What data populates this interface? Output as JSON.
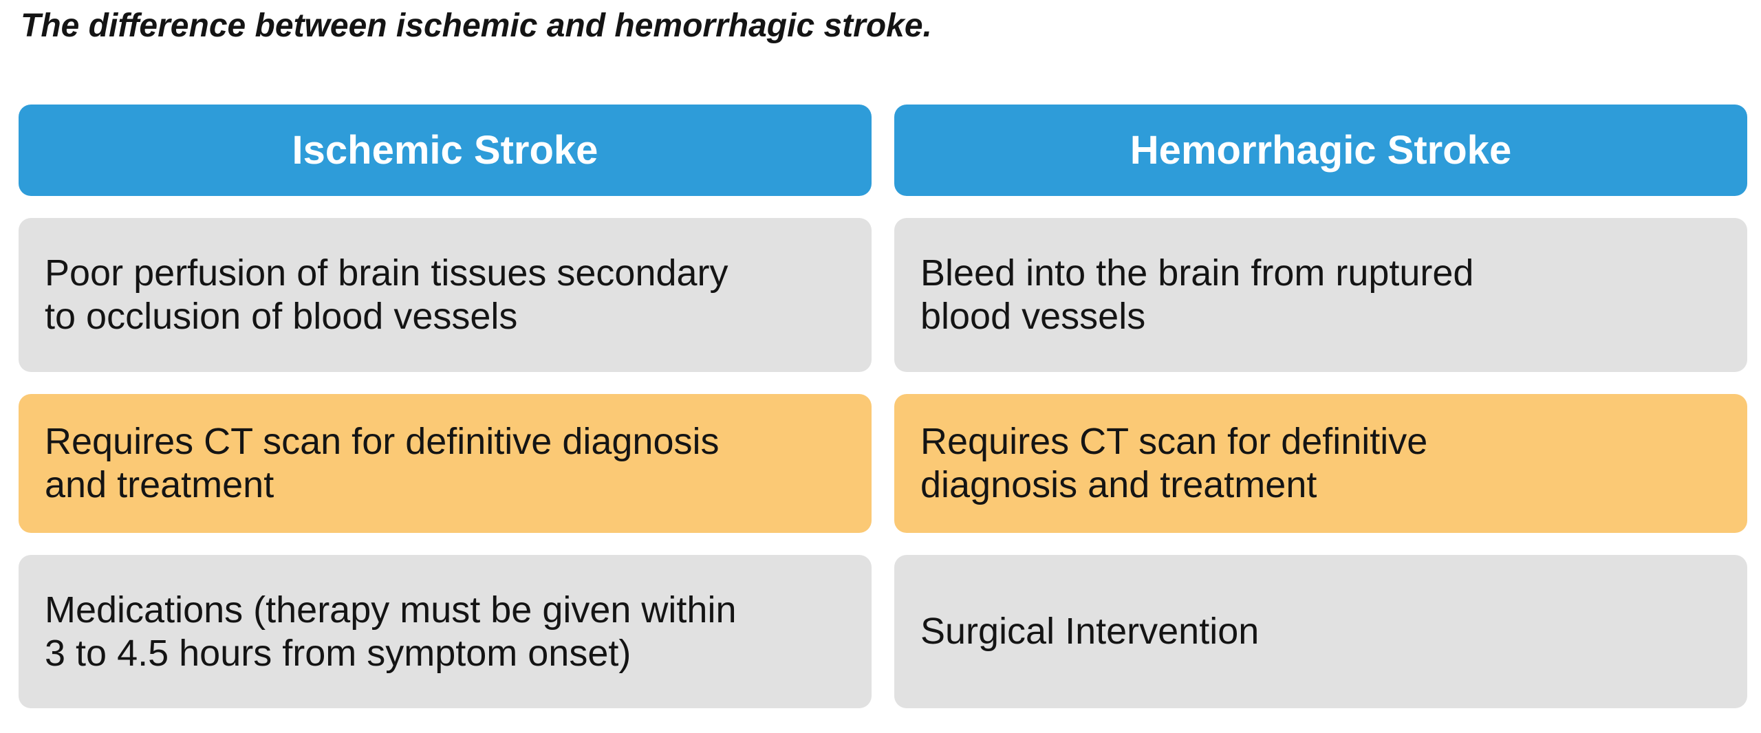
{
  "title": "The difference between ischemic and hemorrhagic stroke.",
  "colors": {
    "background": "#FFFFFF",
    "header_bg": "#2E9CD9",
    "header_text": "#FFFFFF",
    "cell_gray": "#E1E1E1",
    "cell_orange": "#FBC975",
    "text": "#141414"
  },
  "table": {
    "columns": [
      {
        "header": "Ischemic Stroke",
        "cells": [
          "Poor perfusion of brain tissues secondary\nto occlusion of blood vessels",
          "Requires CT scan for definitive diagnosis\nand treatment",
          "Medications (therapy must be given within\n3 to 4.5 hours from symptom onset)"
        ]
      },
      {
        "header": "Hemorrhagic Stroke",
        "cells": [
          "Bleed into the brain from ruptured\nblood vessels",
          "Requires CT scan for definitive\ndiagnosis and treatment",
          "Surgical Intervention"
        ]
      }
    ]
  }
}
